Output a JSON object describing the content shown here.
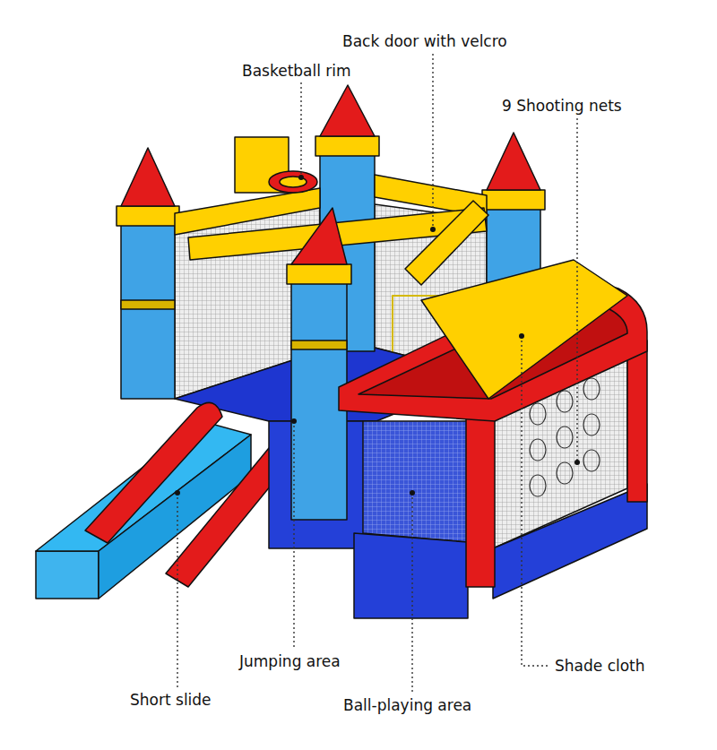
{
  "diagram": {
    "labels": [
      "Back door with velcro",
      "Basketball rim",
      "9 Shooting nets",
      "Short slide",
      "Jumping area",
      "Ball-playing area",
      "Shade cloth"
    ]
  }
}
